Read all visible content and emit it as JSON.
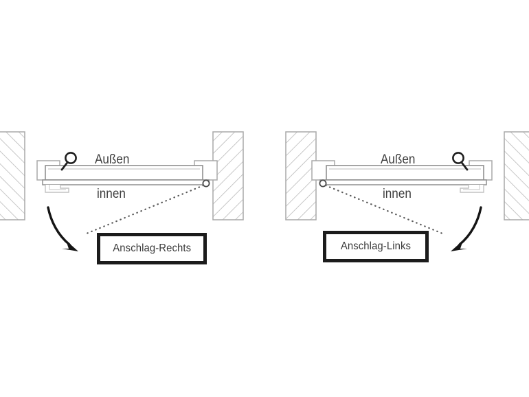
{
  "diagram": {
    "title": "Anschlagrichtung Tuer Querschnitt",
    "background_color": "#ffffff",
    "line_color": "#9a9a9a",
    "ink_color": "#1c1c1c",
    "text_color": "#3d3d3d",
    "wall_fill": "#ffffff",
    "hatch_color": "#b5b5b5"
  },
  "panels": [
    {
      "id": "anschlag-rechts",
      "side": "left",
      "hinge_side": "right",
      "handle_side": "left",
      "label": "Anschlag-Rechts",
      "outside_label": "Außen",
      "inside_label": "innen",
      "wall_left_hatch_direction": "up-right",
      "wall_right_hatch_direction": "down-right",
      "arrow_direction": "swing-down-left",
      "pivot_position": "right-end"
    },
    {
      "id": "anschlag-links",
      "side": "right",
      "hinge_side": "left",
      "handle_side": "right",
      "label": "Anschlag-Links",
      "outside_label": "Außen",
      "inside_label": "innen",
      "wall_left_hatch_direction": "down-right",
      "wall_right_hatch_direction": "up-right",
      "arrow_direction": "swing-down-right",
      "pivot_position": "left-end"
    }
  ],
  "icons": {
    "handle": "door-handle-knob-icon",
    "pivot": "hinge-pivot-icon",
    "arrow": "swing-direction-arrow-icon",
    "leader": "dotted-leader-line-icon",
    "wall": "wall-section-hatched-icon",
    "door": "door-leaf-section-icon"
  }
}
